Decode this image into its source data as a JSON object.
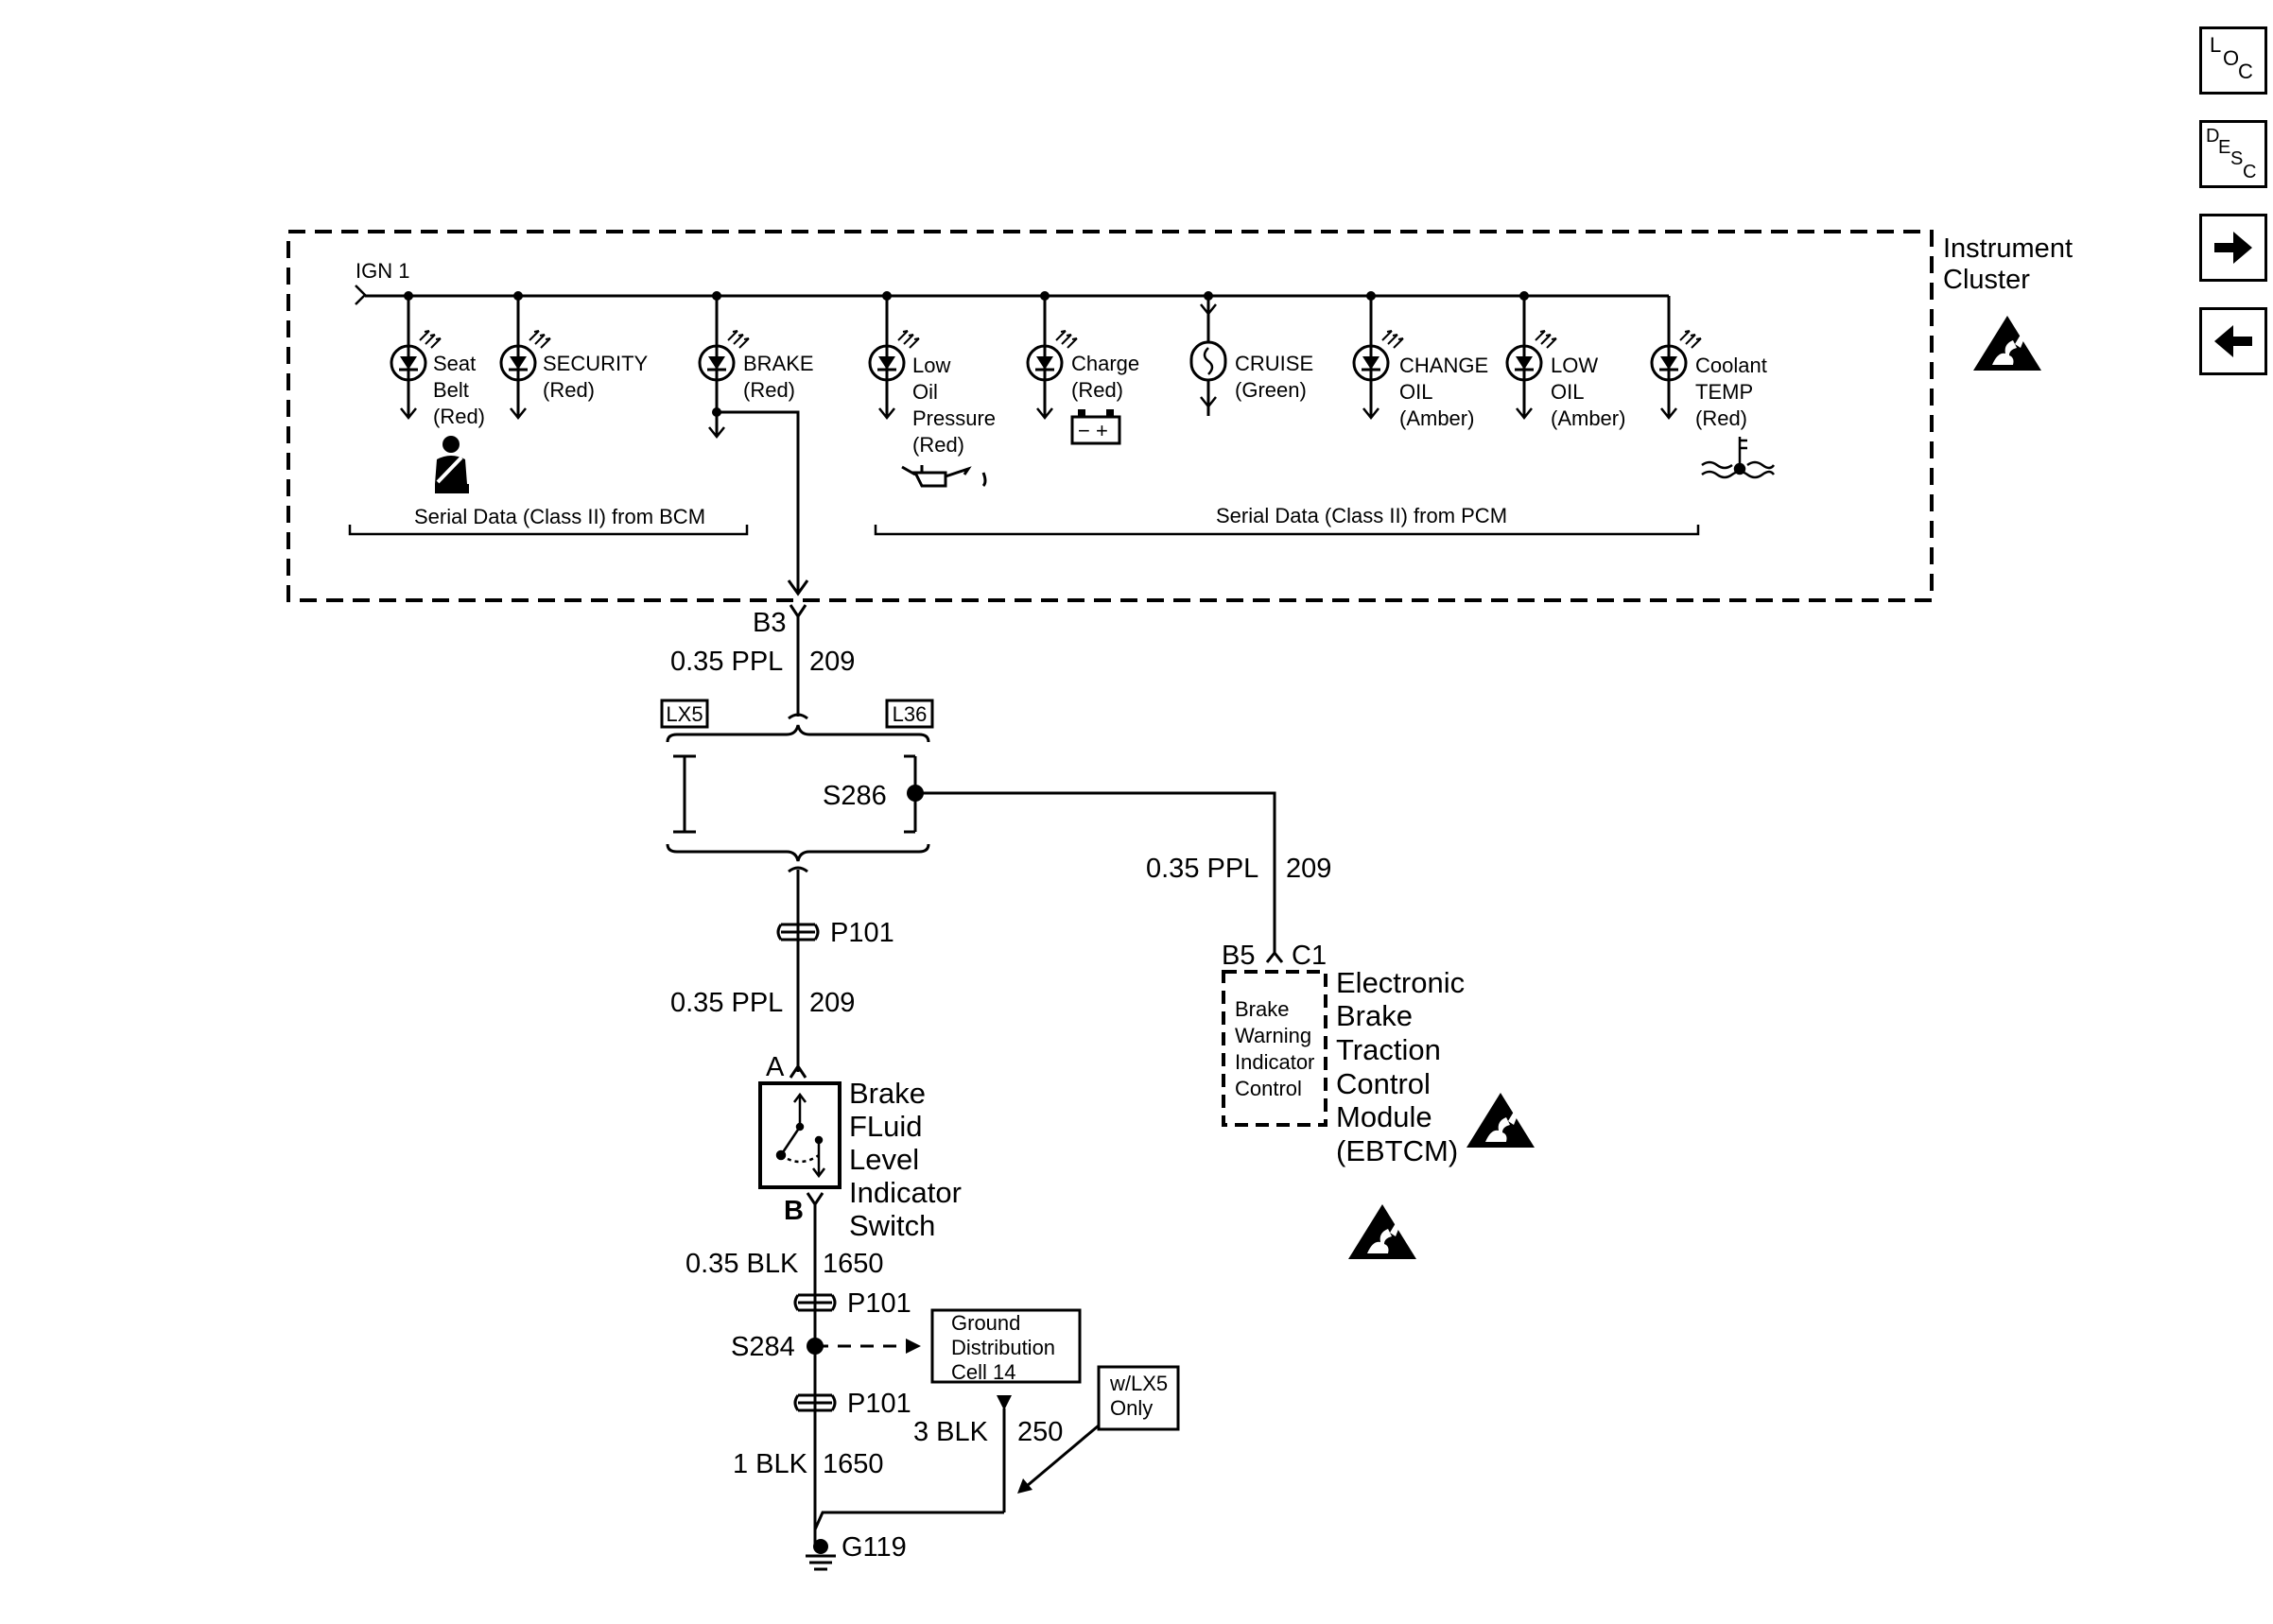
{
  "nav": {
    "loc_label": "LOC",
    "desc_label": "DESC",
    "loc_parts": [
      "L",
      "O",
      "C"
    ],
    "desc_parts": [
      "D",
      "E",
      "S",
      "C"
    ],
    "forward_icon": "right-arrow-icon",
    "back_icon": "left-arrow-icon"
  },
  "cluster": {
    "title_line1": "Instrument",
    "title_line2": "Cluster",
    "ign": "IGN 1",
    "bcm_bus": "Serial Data (Class II) from BCM",
    "pcm_bus": "Serial Data (Class II) from PCM",
    "lamps": [
      {
        "lines": [
          "Seat",
          "Belt",
          "(Red)"
        ]
      },
      {
        "lines": [
          "SECURITY",
          "(Red)"
        ]
      },
      {
        "lines": [
          "BRAKE",
          "(Red)"
        ]
      },
      {
        "lines": [
          "Low",
          "Oil",
          "Pressure",
          "(Red)"
        ]
      },
      {
        "lines": [
          "Charge",
          "(Red)"
        ]
      },
      {
        "lines": [
          "CRUISE",
          "(Green)"
        ]
      },
      {
        "lines": [
          "CHANGE",
          "OIL",
          "(Amber)"
        ]
      },
      {
        "lines": [
          "LOW",
          "OIL",
          "(Amber)"
        ]
      },
      {
        "lines": [
          "Coolant",
          "TEMP",
          "(Red)"
        ]
      }
    ],
    "charge_symbol": "− +"
  },
  "circuit": {
    "b3": "B3",
    "wire_top": "0.35 PPL",
    "circuit_top": "209",
    "opt_lx5": "LX5",
    "opt_l36": "L36",
    "splice_s286": "S286",
    "wire_ebtcm": "0.35 PPL",
    "circuit_ebtcm": "209",
    "conn_b5": "B5",
    "conn_c1": "C1",
    "p101_a": "P101",
    "wire_mid": "0.35 PPL",
    "circuit_mid": "209",
    "pin_a": "A",
    "pin_b": "B",
    "wire_blk": "0.35 BLK",
    "circuit_blk": "1650",
    "p101_b": "P101",
    "splice_s284": "S284",
    "p101_c": "P101",
    "wire_3blk": "3 BLK",
    "circuit_250": "250",
    "wire_1blk": "1 BLK",
    "circuit_1650": "1650",
    "ground": "G119"
  },
  "switch": {
    "lines": [
      "Brake",
      "FLuid",
      "Level",
      "Indicator",
      "Switch"
    ]
  },
  "ebtcm": {
    "lines": [
      "Electronic",
      "Brake",
      "Traction",
      "Control",
      "Module",
      "(EBTCM)"
    ],
    "inner": [
      "Brake",
      "Warning",
      "Indicator",
      "Control"
    ]
  },
  "ground_box": {
    "lines": [
      "Ground",
      "Distribution",
      "Cell 14"
    ]
  },
  "note": {
    "lines": [
      "w/LX5",
      "Only"
    ]
  },
  "icons": [
    "esd-warning-icon",
    "seat-belt-icon",
    "oil-can-icon",
    "battery-icon",
    "coolant-temp-icon",
    "ground-icon"
  ]
}
